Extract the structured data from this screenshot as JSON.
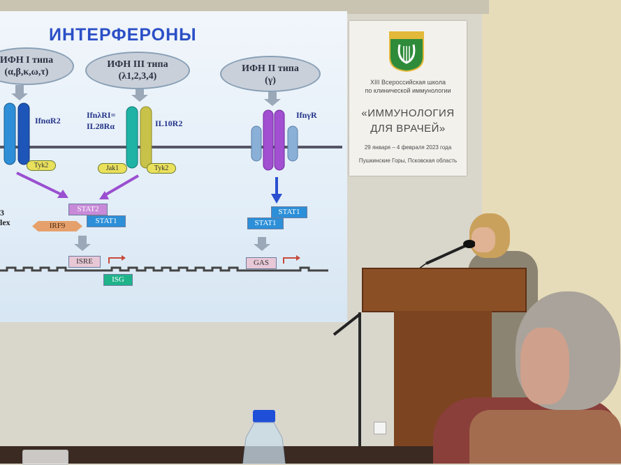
{
  "slide": {
    "title": "ИНТЕРФЕРОНЫ",
    "type1_line1": "ИФН I типа",
    "type1_line2": "(α,β,κ,ω,τ)",
    "type3_line1": "ИФН III типа",
    "type3_line2": "(λ1,2,3,4)",
    "type2_line1": "ИФН II типа",
    "type2_line2": "(γ)",
    "receptor_ifnar2": "IfnαR2",
    "receptor_ifnlr1": "IfnλRI=",
    "receptor_il28ra": "IL28Rα",
    "receptor_il10r2": "IL10R2",
    "receptor_ifngr": "IfnγR",
    "tyk2_a": "Tyk2",
    "jak1": "Jak1",
    "tyk2_b": "Tyk2",
    "stat2": "STAT2",
    "stat1_a": "STAT1",
    "irf9": "IRF9",
    "isre": "ISRE",
    "isg": "ISG",
    "stat1_b": "STAT1",
    "stat1_c": "STAT1",
    "gas": "GAS",
    "frag_3": "3",
    "frag_lex": "lex"
  },
  "banner": {
    "line1": "XIII Всероссийская школа",
    "line2": "по клинической иммунологии",
    "line3": "«ИММУНОЛОГИЯ",
    "line4": "ДЛЯ ВРАЧЕЙ»",
    "line5": "29 января – 4 февраля 2023 года",
    "line6": "Пушкинские Горы, Псковская область",
    "emblem": "lyre-emblem",
    "emblem_colors": [
      "#2e8b3a",
      "#e3b93a",
      "#ffffff"
    ]
  },
  "colors": {
    "slide_title": "#2b4fc6",
    "podium": "#8b4f26",
    "wall": "#e6dcb9"
  }
}
